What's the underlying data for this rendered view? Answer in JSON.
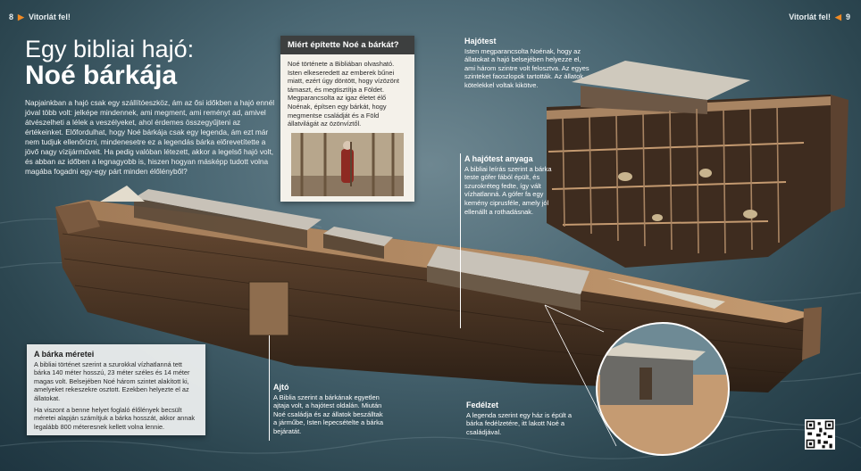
{
  "header": {
    "left_page": "8",
    "left_title": "Vitorlát fel!",
    "right_title": "Vitorlát fel!",
    "right_page": "9",
    "arrow_color": "#f08a24"
  },
  "title": {
    "line1": "Egy bibliai hajó:",
    "line2": "Noé bárkája"
  },
  "intro": "Napjainkban a hajó csak egy szállítóeszköz, ám az ősi időkben a hajó ennél jóval több volt: jelképe mindennek, ami megment, ami reményt ad, amivel átvészelheti a lélek a veszélyeket, ahol érdemes összegyűjteni az értékeinket. Előfordulhat, hogy Noé bárkája csak egy legenda, ám ezt már nem tudjuk ellenőrizni, mindenesetre ez a legendás bárka előrevetítette a jövő nagy vízijárműveit. Ha pedig valóban létezett, akkor a legelső hajó volt, és abban az időben a legnagyobb is, hiszen hogyan másképp tudott volna magába fogadni egy-egy párt minden élőlényből?",
  "why_box": {
    "heading": "Miért építette Noé a bárkát?",
    "text": "Noé története a Bibliában olvasható. Isten elkeseredett az emberek bűnei miatt, ezért úgy döntött, hogy vízözönt támaszt, és megtisztítja a Földet. Megparancsolta az igaz életet élő Noénak, építsen egy bárkát, hogy megmentse családját és a Föld állatvilágát az özönvíztől."
  },
  "size_box": {
    "heading": "A bárka méretei",
    "text1": "A bibliai történet szerint a szurokkal vízhatlanná tett bárka 140 méter hosszú, 23 méter széles és 14 méter magas volt. Belsejében Noé három szintet alakított ki, amelyeket rekeszekre osztott. Ezekben helyezte el az állatokat.",
    "text2": "Ha viszont a benne helyet foglaló élőlények becsült méretei alapján számítjuk a bárka hosszát, akkor annak legalább 800 méteresnek kellett volna lennie."
  },
  "labels": {
    "hull": {
      "heading": "Hajótest",
      "text": "Isten megparancsolta Noénak, hogy az állatokat a hajó belsejében helyezze el, ami három szintre volt felosztva. Az egyes szinteket faoszlopok tartották. Az állatok kötelekkel voltak kikötve."
    },
    "material": {
      "heading": "A hajótest anyaga",
      "text": "A bibliai leírás szerint a bárka teste gófer fából épült, és szurokréteg fedte, így vált vízhatlanná. A gófer fa egy kemény ciprusféle, amely jól ellenállt a rothadásnak."
    },
    "door": {
      "heading": "Ajtó",
      "text": "A Biblia szerint a bárkának egyetlen ajtaja volt, a hajótest oldalán. Miután Noé családja és az állatok beszálltak a járműbe, Isten lepecsételte a bárka bejáratát."
    },
    "deck": {
      "heading": "Fedélzet",
      "text": "A legenda szerint egy ház is épült a bárka fedélzetére, itt lakott Noé a családjával."
    }
  },
  "colors": {
    "water": "#4a6773",
    "wood_dark": "#4a3524",
    "wood_light": "#b08660",
    "box_header": "#3d3f3f"
  }
}
